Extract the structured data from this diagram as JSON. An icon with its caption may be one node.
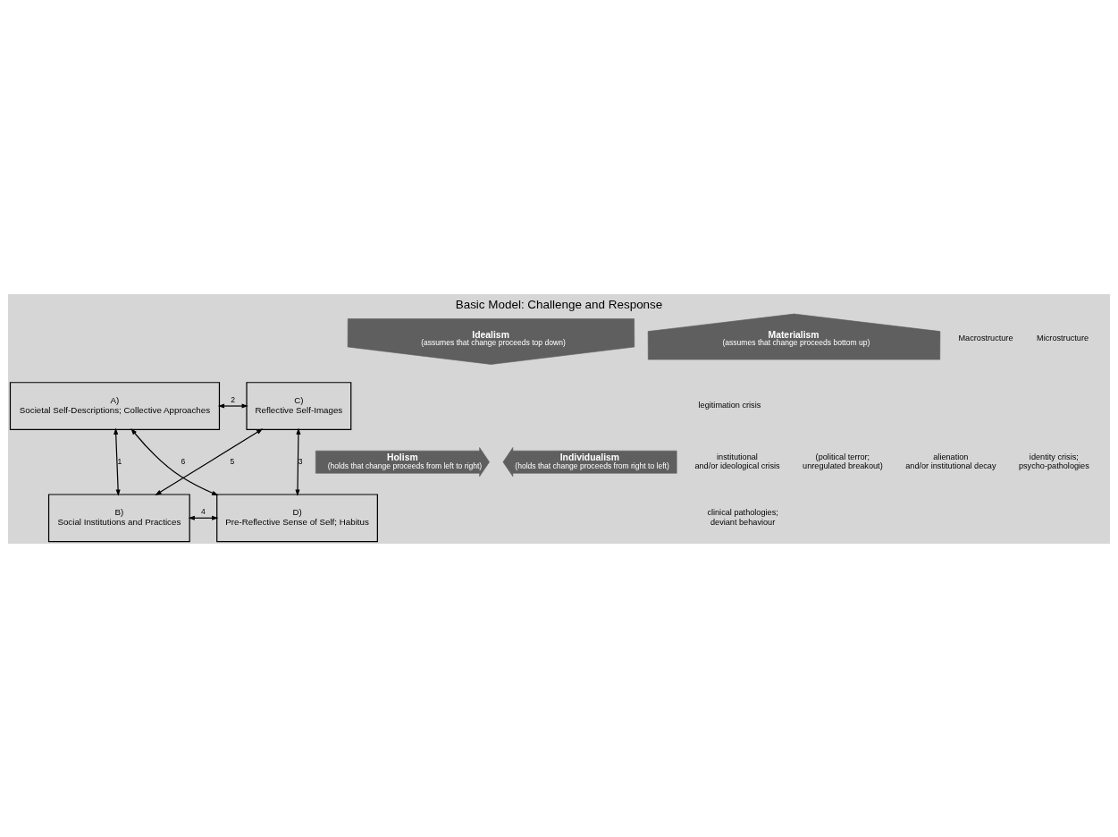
{
  "diagram": {
    "title": "Basic Model: Challenge and Response",
    "nodes": [
      {
        "text": [
          "Idealism",
          "(assumes that change proceeds top down)"
        ]
      },
      {
        "text": [
          "A)",
          "Societal Self-Descriptions; Collective Approaches"
        ]
      },
      {
        "text": [
          "C)",
          "Reflective Self-Images"
        ]
      },
      {
        "text": [
          "Holism",
          "(holds that change proceeds from left to right)"
        ]
      },
      {
        "text": [
          "Individualism",
          "(holds that change proceeds from right to left)"
        ]
      },
      {
        "text": [
          "B)",
          "Social Institutions and Practices"
        ]
      },
      {
        "text": [
          "D)",
          "Pre-Reflective Sense of Self; Habitus"
        ]
      },
      {
        "text": [
          "Materialism",
          "(assumes that change proceeds bottom up)"
        ]
      }
    ],
    "edges": [
      {
        "from": 1,
        "to": 2,
        "arrow": "both",
        "label": "2"
      },
      {
        "from": 1,
        "to": 5,
        "arrow": "both",
        "label": "1"
      },
      {
        "from": 2,
        "to": 5,
        "arrow": "both",
        "label": "5"
      },
      {
        "from": 1,
        "to": 6,
        "arrow": "both",
        "label": "6"
      },
      {
        "from": 2,
        "to": 6,
        "arrow": "both",
        "label": "3"
      },
      {
        "from": 5,
        "to": 6,
        "arrow": "both",
        "label": "4"
      }
    ],
    "labels": [
      "Macrostructure",
      "Microstructure",
      "legitimation crisis",
      "institutional and/or ideological crisis",
      "(political terror; unregulated breakout)",
      "alienation and/or institutional decay",
      "identity crisis; psycho-pathologies",
      "clinical pathologies; deviant behaviour"
    ]
  }
}
